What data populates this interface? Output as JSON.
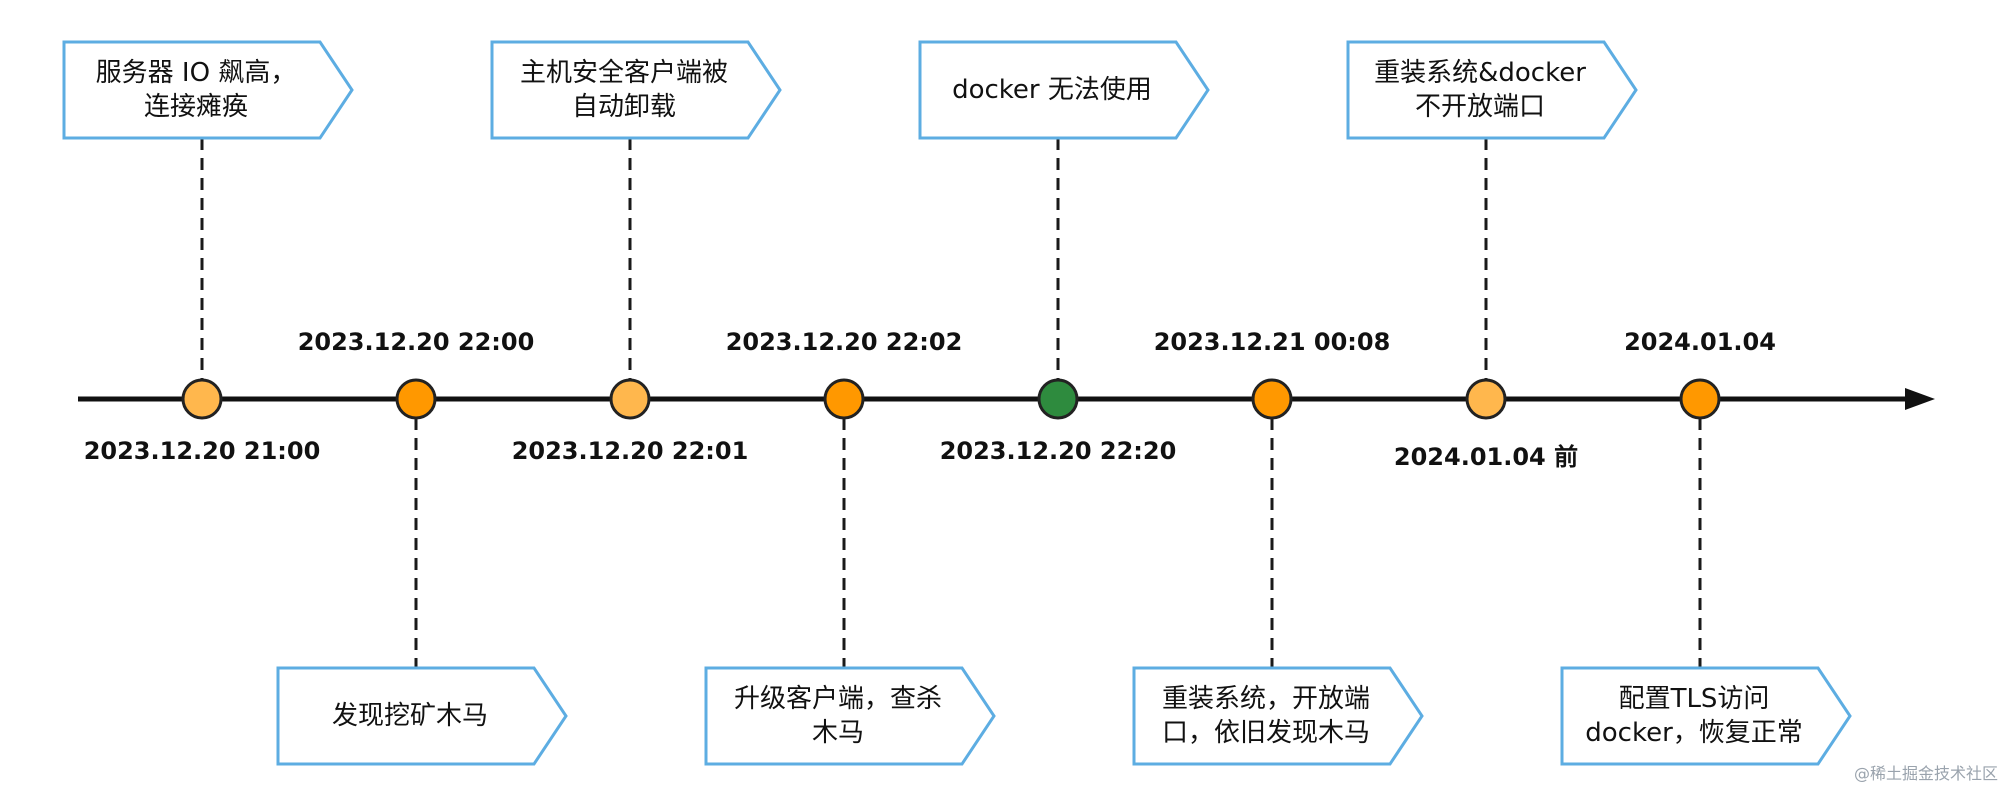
{
  "colors": {
    "axis": "#111111",
    "callout_border": "#5dade2",
    "connector": "#1a1a1a",
    "light_orange": "#ffb74d",
    "orange": "#ff9800",
    "green": "#2e8b3e",
    "node_stroke": "#222222"
  },
  "events": [
    {
      "date": "2023.12.20 21:00",
      "text": [
        "服务器 IO 飙高，",
        "连接瘫痪"
      ],
      "callout": "top",
      "node_color": "light_orange"
    },
    {
      "date": "2023.12.20 22:00",
      "text": [
        "发现挖矿木马"
      ],
      "callout": "bottom",
      "node_color": "orange"
    },
    {
      "date": "2023.12.20 22:01",
      "text": [
        "主机安全客户端被",
        "自动卸载"
      ],
      "callout": "top",
      "node_color": "light_orange"
    },
    {
      "date": "2023.12.20 22:02",
      "text": [
        "升级客户端，查杀",
        "木马"
      ],
      "callout": "bottom",
      "node_color": "orange"
    },
    {
      "date": "2023.12.20 22:20",
      "text": [
        "docker 无法使用"
      ],
      "callout": "top",
      "node_color": "green"
    },
    {
      "date": "2023.12.21 00:08",
      "text": [
        "重装系统，开放端",
        "口，依旧发现木马"
      ],
      "callout": "bottom",
      "node_color": "orange"
    },
    {
      "date": "2024.01.04 前",
      "text": [
        "重装系统&docker",
        "不开放端口"
      ],
      "callout": "top",
      "node_color": "light_orange"
    },
    {
      "date": "2024.01.04",
      "text": [
        "配置TLS访问",
        "docker，恢复正常"
      ],
      "callout": "bottom",
      "node_color": "orange"
    }
  ],
  "watermark": "@稀土掘金技术社区"
}
